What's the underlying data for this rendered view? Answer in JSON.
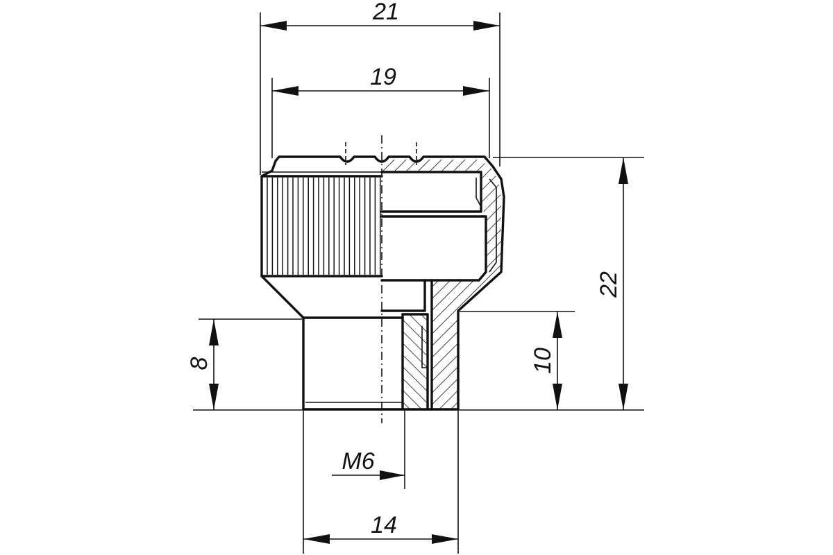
{
  "dimensions": {
    "overall_diameter": "21",
    "knurl_diameter": "19",
    "total_height": "22",
    "shank_diameter": "14",
    "shank_height_left": "8",
    "shank_height_right": "10",
    "thread": "M6"
  }
}
